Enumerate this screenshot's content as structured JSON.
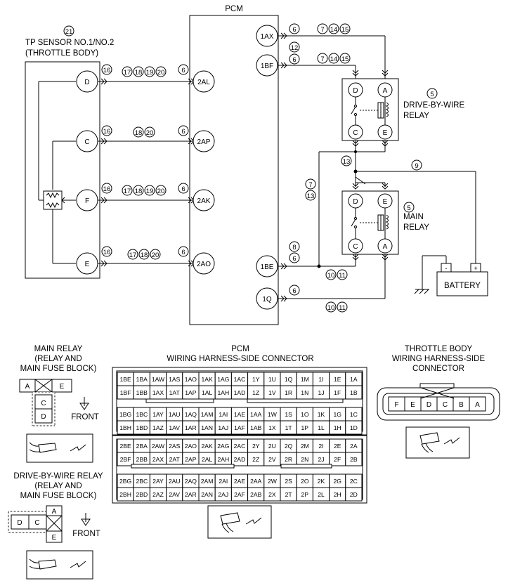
{
  "pcm": {
    "title": "PCM",
    "left_pins": [
      "2AL",
      "2AP",
      "2AK",
      "2AO"
    ],
    "right_pins": [
      "1AX",
      "1BF",
      "1BE",
      "1Q"
    ]
  },
  "tp_sensor": {
    "ref": "21",
    "line1": "TP SENSOR  NO.1/NO.2",
    "line2": "(THROTTLE BODY)",
    "pins": [
      "D",
      "C",
      "F",
      "E"
    ]
  },
  "wire_refs": {
    "d_left": "16",
    "d_mid": [
      "17",
      "18",
      "19",
      "20"
    ],
    "d_right": "6",
    "c_left": "16",
    "c_mid": [
      "18",
      "20"
    ],
    "c_right": "6",
    "f_left": "16",
    "f_mid": [
      "17",
      "18",
      "19",
      "20"
    ],
    "f_right": "6",
    "e_left": "16",
    "e_mid": [
      "17",
      "18",
      "20"
    ],
    "e_right": "6",
    "ax_a": "6",
    "ax_b": [
      "7",
      "14",
      "15"
    ],
    "gap": "12",
    "bf_a": "6",
    "bf_b": [
      "7",
      "14",
      "15"
    ],
    "n13_top": "13",
    "n9": "9",
    "left_col": [
      "7",
      "13"
    ],
    "be_top": "8",
    "be_a": "6",
    "be_b": [
      "10",
      "11"
    ],
    "q_a": "6",
    "q_b": [
      "10",
      "11"
    ]
  },
  "dbw_relay": {
    "ref": "5",
    "line1": "DRIVE-BY-WIRE",
    "line2": "RELAY",
    "pins": [
      "D",
      "A",
      "C",
      "E"
    ]
  },
  "main_relay": {
    "ref": "5",
    "line1": "MAIN",
    "line2": "RELAY",
    "pins": [
      "D",
      "E",
      "C",
      "A"
    ]
  },
  "battery": {
    "label": "BATTERY",
    "neg": "-",
    "pos": "+"
  },
  "main_relay_conn": {
    "title": [
      "MAIN RELAY",
      "(RELAY AND",
      "MAIN FUSE BLOCK)"
    ],
    "top": [
      "A",
      "E"
    ],
    "inner": [
      "C",
      "D"
    ],
    "front": "FRONT"
  },
  "dbw_relay_conn": {
    "title": [
      "DRIVE-BY-WIRE RELAY",
      "(RELAY AND",
      "MAIN FUSE BLOCK)"
    ],
    "left": [
      "D",
      "C"
    ],
    "right": [
      "A",
      "E"
    ],
    "front": "FRONT"
  },
  "pcm_conn": {
    "title": [
      "PCM",
      "WIRING HARNESS-SIDE CONNECTOR"
    ],
    "block1": [
      [
        "1BE",
        "1BA",
        "1AW",
        "1AS",
        "1AO",
        "1AK",
        "1AG",
        "1AC",
        "1Y",
        "1U",
        "1Q",
        "1M",
        "1I",
        "1E",
        "1A"
      ],
      [
        "1BF",
        "1BB",
        "1AX",
        "1AT",
        "1AP",
        "1AL",
        "1AH",
        "1AD",
        "1Z",
        "1V",
        "1R",
        "1N",
        "1J",
        "1F",
        "1B"
      ],
      [
        "1BG",
        "1BC",
        "1AY",
        "1AU",
        "1AQ",
        "1AM",
        "1AI",
        "1AE",
        "1AA",
        "1W",
        "1S",
        "1O",
        "1K",
        "1G",
        "1C"
      ],
      [
        "1BH",
        "1BD",
        "1AZ",
        "1AV",
        "1AR",
        "1AN",
        "1AJ",
        "1AF",
        "1AB",
        "1X",
        "1T",
        "1P",
        "1L",
        "1H",
        "1D"
      ]
    ],
    "block2": [
      [
        "2BE",
        "2BA",
        "2AW",
        "2AS",
        "2AO",
        "2AK",
        "2AG",
        "2AC",
        "2Y",
        "2U",
        "2Q",
        "2M",
        "2I",
        "2E",
        "2A"
      ],
      [
        "2BF",
        "2BB",
        "2AX",
        "2AT",
        "2AP",
        "2AL",
        "2AH",
        "2AD",
        "2Z",
        "2V",
        "2R",
        "2N",
        "2J",
        "2F",
        "2B"
      ],
      [
        "2BG",
        "2BC",
        "2AY",
        "2AU",
        "2AQ",
        "2AM",
        "2AI",
        "2AE",
        "2AA",
        "2W",
        "2S",
        "2O",
        "2K",
        "2G",
        "2C"
      ],
      [
        "2BH",
        "2BD",
        "2AZ",
        "2AV",
        "2AR",
        "2AN",
        "2AJ",
        "2AF",
        "2AB",
        "2X",
        "2T",
        "2P",
        "2L",
        "2H",
        "2D"
      ]
    ]
  },
  "tb_conn": {
    "title": [
      "THROTTLE BODY",
      "WIRING HARNESS-SIDE",
      "CONNECTOR"
    ],
    "pins": [
      "F",
      "E",
      "D",
      "C",
      "B",
      "A"
    ]
  }
}
